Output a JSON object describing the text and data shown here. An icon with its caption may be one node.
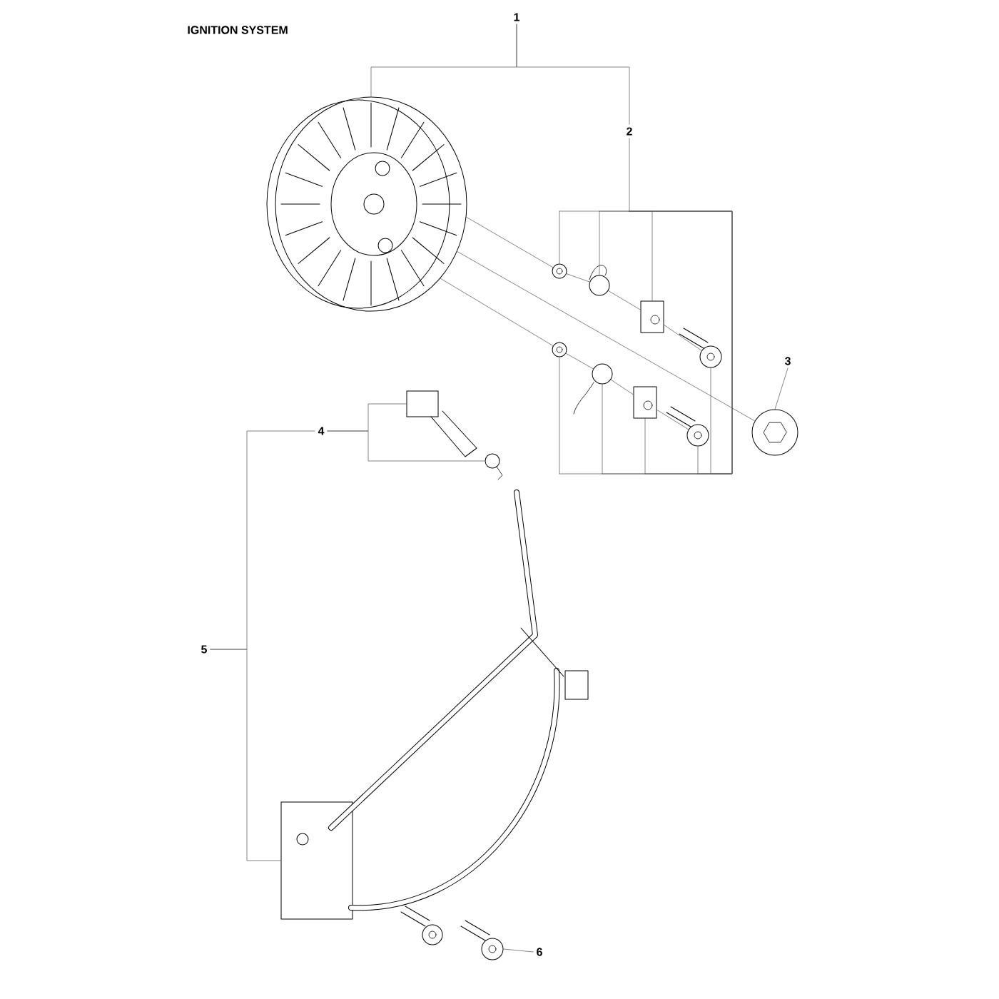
{
  "diagram": {
    "title": "IGNITION SYSTEM",
    "nodes": [
      {
        "text": [
          "1"
        ]
      },
      {
        "text": [
          "2"
        ]
      },
      {
        "text": [
          "3"
        ]
      },
      {
        "text": [
          "4"
        ]
      },
      {
        "text": [
          "5"
        ]
      },
      {
        "text": [
          "6"
        ]
      },
      {
        "text": [],
        "shape": "picture"
      },
      {
        "text": [],
        "shape": "circle"
      },
      {
        "text": [],
        "shape": "circle"
      },
      {
        "text": [],
        "shape": "picture"
      },
      {
        "text": [],
        "shape": "picture"
      },
      {
        "text": [],
        "shape": "circle"
      },
      {
        "text": [],
        "shape": "circle"
      },
      {
        "text": [],
        "shape": "picture"
      },
      {
        "text": [],
        "shape": "picture"
      },
      {
        "text": [],
        "shape": "picture"
      },
      {
        "text": [],
        "shape": "picture"
      },
      {
        "text": [],
        "shape": "circle"
      },
      {
        "text": [],
        "shape": "picture"
      },
      {
        "text": [],
        "shape": "picture"
      }
    ],
    "edges": [
      {
        "from": 0,
        "to": 6,
        "arrow": "none"
      },
      {
        "from": 0,
        "to": 1,
        "arrow": "none"
      },
      {
        "from": 1,
        "to": 7,
        "arrow": "none"
      },
      {
        "from": 1,
        "to": 8,
        "arrow": "none"
      },
      {
        "from": 1,
        "to": 9,
        "arrow": "none"
      },
      {
        "from": 1,
        "to": 10,
        "arrow": "none"
      },
      {
        "from": 1,
        "to": 11,
        "arrow": "none"
      },
      {
        "from": 1,
        "to": 12,
        "arrow": "none"
      },
      {
        "from": 1,
        "to": 13,
        "arrow": "none"
      },
      {
        "from": 1,
        "to": 14,
        "arrow": "none"
      },
      {
        "from": 2,
        "to": 15,
        "arrow": "none"
      },
      {
        "from": 3,
        "to": 16,
        "arrow": "none"
      },
      {
        "from": 3,
        "to": 17,
        "arrow": "none"
      },
      {
        "from": 4,
        "to": 3,
        "arrow": "none"
      },
      {
        "from": 4,
        "to": 18,
        "arrow": "none"
      },
      {
        "from": 5,
        "to": 19,
        "arrow": "none"
      },
      {
        "from": 6,
        "to": 7,
        "arrow": "none"
      },
      {
        "from": 7,
        "to": 8,
        "arrow": "none"
      },
      {
        "from": 8,
        "to": 9,
        "arrow": "none"
      },
      {
        "from": 9,
        "to": 10,
        "arrow": "none"
      },
      {
        "from": 6,
        "to": 15,
        "arrow": "none"
      },
      {
        "from": 6,
        "to": 11,
        "arrow": "none"
      },
      {
        "from": 11,
        "to": 12,
        "arrow": "none"
      },
      {
        "from": 12,
        "to": 13,
        "arrow": "none"
      },
      {
        "from": 13,
        "to": 14,
        "arrow": "none"
      }
    ]
  }
}
